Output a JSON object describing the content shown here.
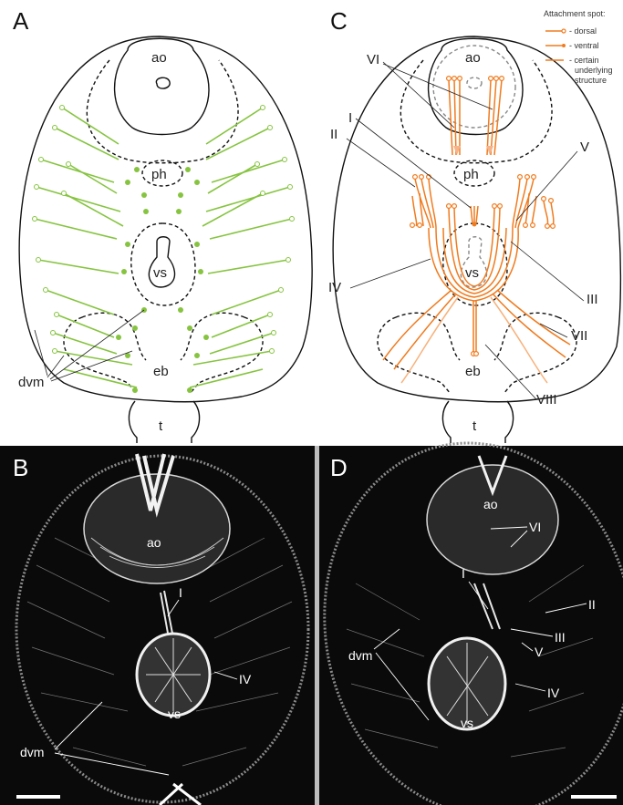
{
  "panels": {
    "A": {
      "letter": "A",
      "labels": {
        "ao": "ao",
        "ph": "ph",
        "vs": "vs",
        "eb": "eb",
        "t": "t",
        "dvm": "dvm"
      }
    },
    "B": {
      "letter": "B",
      "labels": {
        "ao": "ao",
        "I": "I",
        "vs": "vs",
        "IV": "IV",
        "dvm": "dvm"
      }
    },
    "C": {
      "letter": "C",
      "labels": {
        "ao": "ao",
        "ph": "ph",
        "vs": "vs",
        "eb": "eb",
        "t": "t",
        "I": "I",
        "II": "II",
        "III": "III",
        "IV": "IV",
        "V": "V",
        "VI": "VI",
        "VII": "VII",
        "VIII": "VIII"
      }
    },
    "D": {
      "letter": "D",
      "labels": {
        "ao": "ao",
        "VI": "VI",
        "I": "I",
        "II": "II",
        "III": "III",
        "V": "V",
        "IV": "IV",
        "dvm": "dvm",
        "vs": "vs"
      }
    }
  },
  "legend": {
    "title": "Attachment spot:",
    "items": [
      "- dorsal",
      "- ventral",
      "- certain",
      "underlying",
      "structure"
    ]
  },
  "colors": {
    "green_muscle": "#86c440",
    "orange_muscle": "#f07b1e",
    "micrograph_bg": "#0a0a0a"
  }
}
